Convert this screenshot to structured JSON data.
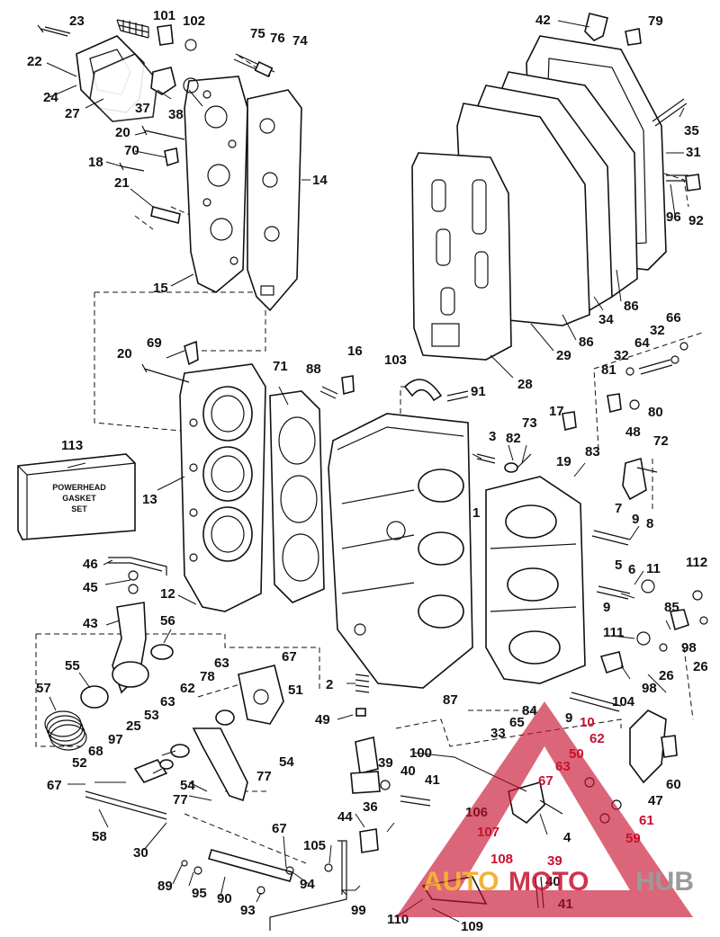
{
  "diagram": {
    "callouts": [
      "1",
      "2",
      "3",
      "4",
      "5",
      "6",
      "7",
      "8",
      "9",
      "9",
      "9",
      "10",
      "11",
      "12",
      "13",
      "14",
      "15",
      "16",
      "17",
      "18",
      "19",
      "20",
      "20",
      "21",
      "22",
      "23",
      "24",
      "25",
      "26",
      "26",
      "27",
      "28",
      "29",
      "30",
      "31",
      "32",
      "32",
      "33",
      "34",
      "35",
      "36",
      "37",
      "38",
      "39",
      "39",
      "40",
      "40",
      "41",
      "41",
      "42",
      "43",
      "44",
      "45",
      "46",
      "47",
      "48",
      "49",
      "50",
      "51",
      "52",
      "53",
      "54",
      "54",
      "55",
      "56",
      "57",
      "58",
      "59",
      "60",
      "61",
      "62",
      "62",
      "63",
      "63",
      "63",
      "64",
      "65",
      "66",
      "67",
      "67",
      "67",
      "67",
      "68",
      "69",
      "70",
      "71",
      "72",
      "73",
      "74",
      "75",
      "76",
      "77",
      "77",
      "78",
      "79",
      "80",
      "81",
      "82",
      "83",
      "84",
      "85",
      "86",
      "86",
      "87",
      "88",
      "89",
      "90",
      "91",
      "92",
      "93",
      "94",
      "95",
      "96",
      "97",
      "98",
      "98",
      "99",
      "100",
      "101",
      "102",
      "103",
      "104",
      "105",
      "106",
      "107",
      "108",
      "109",
      "110",
      "111",
      "112",
      "113"
    ],
    "gasket_box": {
      "line1": "POWERHEAD",
      "line2": "GASKET",
      "line3": "SET"
    }
  },
  "watermark": {
    "text_orange": "AUTO",
    "text_red": "MOTO",
    "text_gray": "HUB",
    "color_red": "#c8102e",
    "color_orange": "#f2a516",
    "color_gray": "#8a8a8a"
  }
}
